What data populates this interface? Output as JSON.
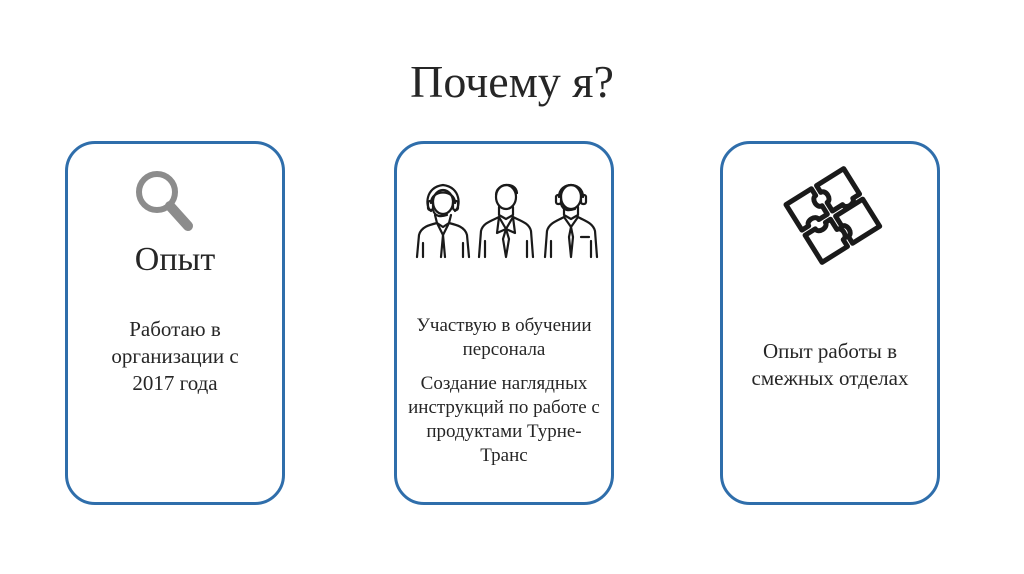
{
  "slide": {
    "title": "Почему я?"
  },
  "cards": [
    {
      "icon": "magnifier-icon",
      "heading": "Опыт",
      "text": "Работаю в организации с 2017 года"
    },
    {
      "icon": "team-people-icon",
      "paragraphs": [
        "Участвую в обучении персонала",
        "Создание  наглядных инструкций по работе с продуктами Турне-Транс"
      ]
    },
    {
      "icon": "puzzle-icon",
      "text": "Опыт работы в смежных отделах"
    }
  ],
  "colors": {
    "card_border": "#2f6eab",
    "text": "#262626",
    "magnifier_icon": "#8c8c8c",
    "puzzle_icon": "#1a1a1a"
  }
}
